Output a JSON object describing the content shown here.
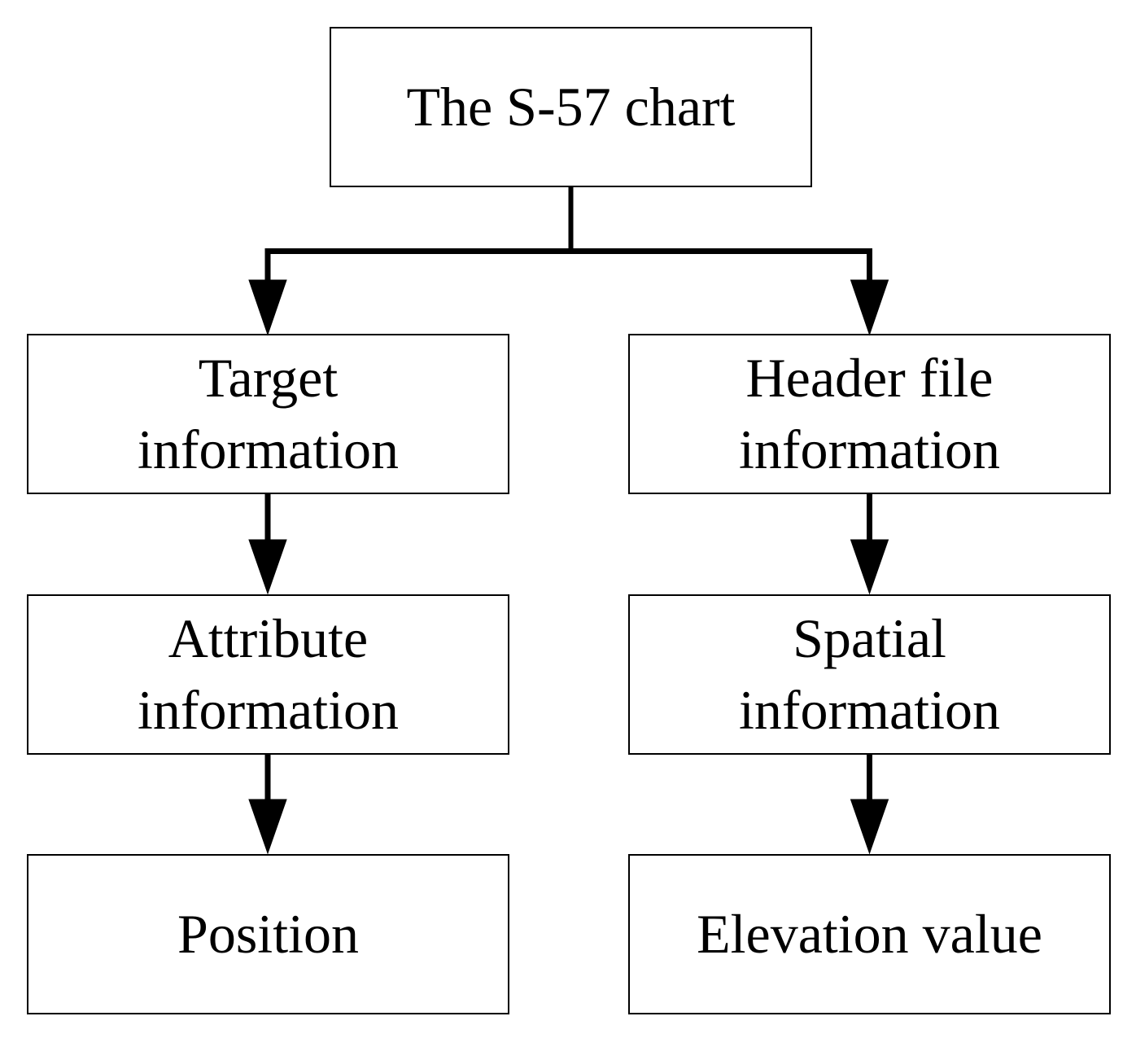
{
  "diagram": {
    "type": "flowchart",
    "background_color": "#ffffff",
    "line_color": "#000000",
    "text_color": "#000000",
    "nodes": {
      "s57_chart": {
        "label": "The S-57 chart"
      },
      "target_information": {
        "label": "Target\ninformation"
      },
      "header_file_information": {
        "label": "Header file\ninformation"
      },
      "attribute_information": {
        "label": "Attribute\ninformation"
      },
      "spatial_information": {
        "label": "Spatial\ninformation"
      },
      "position": {
        "label": "Position"
      },
      "elevation_value": {
        "label": "Elevation value"
      }
    },
    "edges": [
      {
        "from": "s57_chart",
        "to": "target_information"
      },
      {
        "from": "s57_chart",
        "to": "header_file_information"
      },
      {
        "from": "target_information",
        "to": "attribute_information"
      },
      {
        "from": "attribute_information",
        "to": "position"
      },
      {
        "from": "header_file_information",
        "to": "spatial_information"
      },
      {
        "from": "spatial_information",
        "to": "elevation_value"
      }
    ]
  }
}
